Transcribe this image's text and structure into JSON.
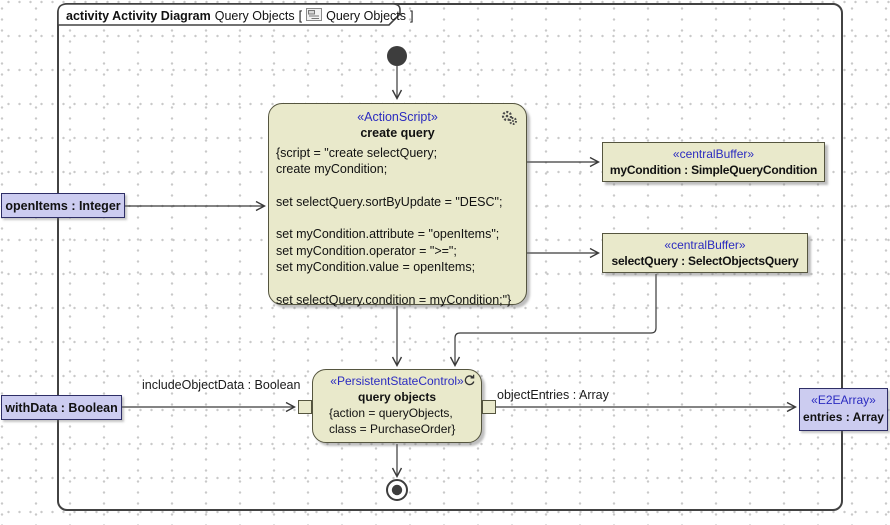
{
  "header": {
    "keyword": "activity Activity Diagram",
    "diagram_name": "Query Objects",
    "bracket_open": "[",
    "ref_name": "Query Objects",
    "bracket_close": "]"
  },
  "nodes": {
    "create_query": {
      "stereotype": "«ActionScript»",
      "name": "create query",
      "code": [
        "{script = \"create selectQuery;",
        "create myCondition;",
        "",
        "set selectQuery.sortByUpdate = \"DESC\";",
        "",
        "set myCondition.attribute = \"openItems\";",
        "set myCondition.operator = \">=\";",
        "set myCondition.value = openItems;",
        "",
        "set selectQuery.condition = myCondition;\"}"
      ]
    },
    "my_condition_buffer": {
      "stereotype": "«centralBuffer»",
      "name": "myCondition : SimpleQueryCondition"
    },
    "select_query_buffer": {
      "stereotype": "«centralBuffer»",
      "name": "selectQuery : SelectObjectsQuery"
    },
    "query_objects": {
      "stereotype": "«PersistentStateControl»",
      "name": "query objects",
      "code": [
        "{action = queryObjects,",
        "class = PurchaseOrder}"
      ]
    },
    "open_items_param": {
      "label": "openItems : Integer"
    },
    "with_data_param": {
      "label": "withData : Boolean"
    },
    "entries_param": {
      "stereotype": "«E2EArray»",
      "label": "entries : Array"
    }
  },
  "edge_labels": {
    "include_object_data": "includeObjectData : Boolean",
    "object_entries": "objectEntries : Array"
  },
  "icons": {
    "diagram_icon": "activity-diagram",
    "gears_icon": "action-script-gears",
    "behavior_icon": "persistent-state-control"
  },
  "colors": {
    "node_fill": "#e9e9cb",
    "node_border": "#55553f",
    "param_fill": "#ccccf0",
    "param_border": "#2e2e66",
    "stereotype_text": "#2b2bc0",
    "edge": "#3a3a3a",
    "frame_border": "#424242"
  }
}
